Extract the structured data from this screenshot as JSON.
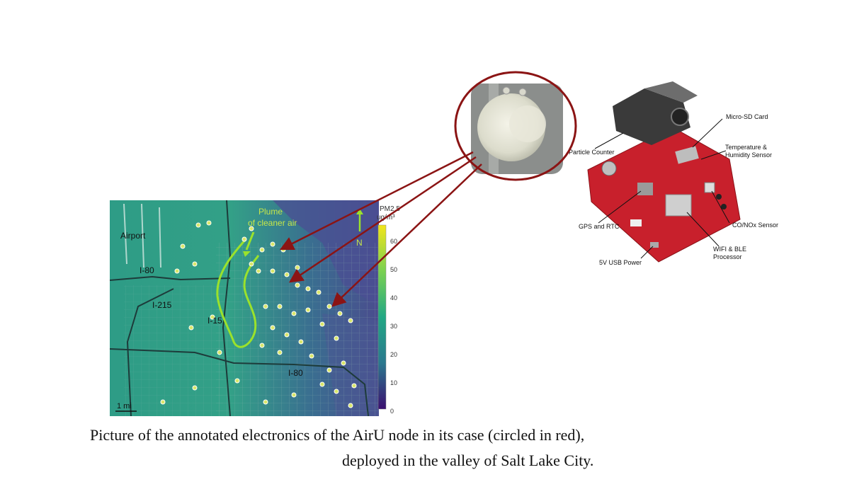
{
  "map": {
    "labels": {
      "plume": "Plume",
      "plume2": "of cleaner air",
      "airport": "Airport",
      "i80_west": "I-80",
      "i215": "I-215",
      "i15": "I-15",
      "i80_east": "I-80",
      "north": "N",
      "scale": "1 mi"
    },
    "legend": {
      "title": "PM2.5",
      "unit": "ug/m³",
      "ticks": [
        "60",
        "50",
        "40",
        "30",
        "20",
        "10",
        "0"
      ]
    },
    "colors": {
      "plume": "#9be22b",
      "arrow": "#8b1414",
      "legend_top": "#f2e51b",
      "legend_bottom": "#3b0f70"
    }
  },
  "board": {
    "labels": {
      "particle_counter": "Particle Counter",
      "micro_sd": "Micro-SD Card",
      "temp_humidity_1": "Temperature &",
      "temp_humidity_2": "Humidity Sensor",
      "gps_rtc": "GPS and RTC",
      "co_nox": "CO/NOx Sensor",
      "wifi_ble_1": "WIFI & BLE",
      "wifi_ble_2": "Processor",
      "usb_power": "5V USB Power"
    },
    "colors": {
      "pcb": "#c8202c"
    }
  },
  "caption": {
    "line1": "Picture of the annotated electronics of the AirU node in its case (circled in red),",
    "line2": "deployed in the valley of Salt Lake City."
  }
}
